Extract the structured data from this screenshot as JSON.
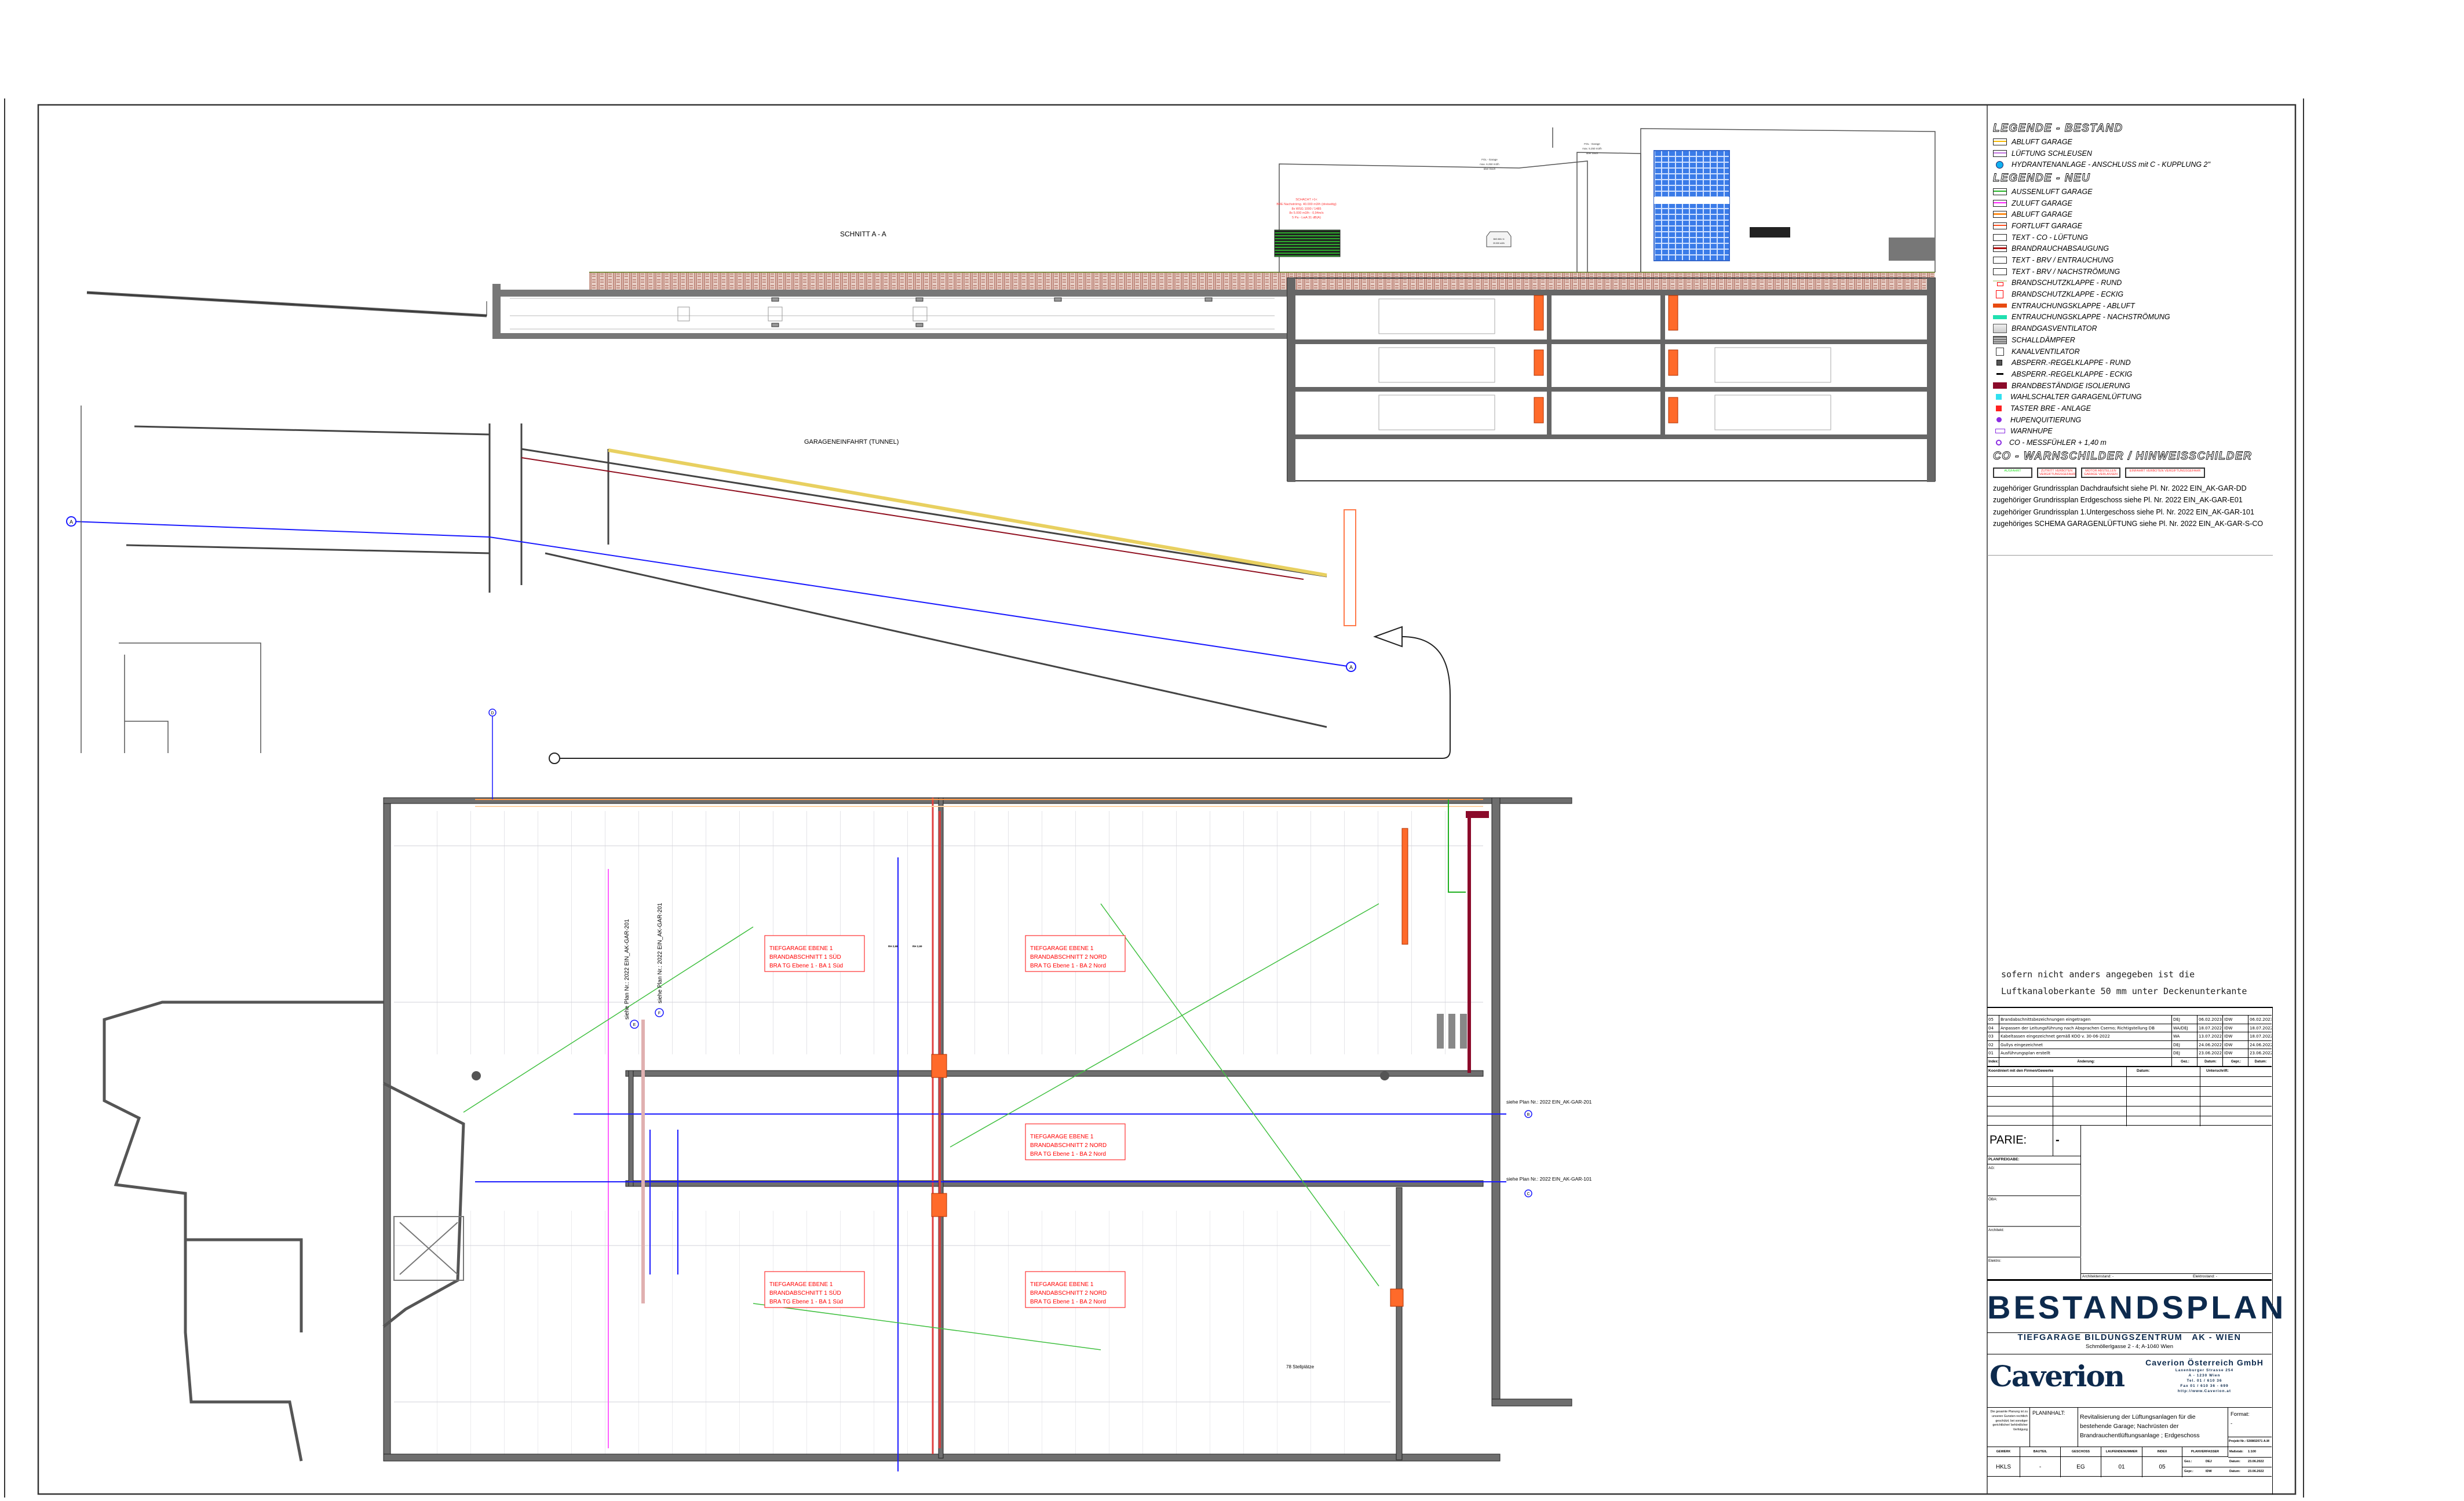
{
  "drawing": {
    "section_title": "SCHNITT   A - A",
    "tunnel_title": "GARAGENEINFAHRT   (TUNNEL)",
    "shaft_note": [
      "SCHACHT >1<",
      "BRE Nachströmg. 40.000 m3/h (dreiseitig)",
      "8x WSG 1000 / 1485",
      "8x 5.000 m3/h - 0,94m/s",
      "5 Pa - LwA 31 dB(A)"
    ],
    "fol_notes": [
      [
        "FOL - Garage",
        "max. 6.250 m3/h",
        "über Dach"
      ],
      [
        "FOL - Garage",
        "max. 5.250 m3/h",
        "über Dach"
      ]
    ],
    "fan_label": [
      "BVD 800 / 6",
      "20.000 m3/h"
    ],
    "fire_zones": [
      {
        "line1": "TIEFGARAGE EBENE 1",
        "line2": "BRANDABSCHNITT 1 SÜD",
        "line3": "BRA TG Ebene 1 - BA 1 Süd"
      },
      {
        "line1": "TIEFGARAGE EBENE 1",
        "line2": "BRANDABSCHNITT 2 NORD",
        "line3": "BRA TG Ebene 1 - BA 2 Nord"
      },
      {
        "line1": "TIEFGARAGE EBENE 1",
        "line2": "BRANDABSCHNITT 2 NORD",
        "line3": "BRA TG Ebene 1 - BA 2 Nord"
      },
      {
        "line1": "TIEFGARAGE EBENE 1",
        "line2": "BRANDABSCHNITT 1 SÜD",
        "line3": "BRA TG Ebene 1 - BA 1 Süd"
      },
      {
        "line1": "TIEFGARAGE EBENE 1",
        "line2": "BRANDABSCHNITT 2 NORD",
        "line3": "BRA TG Ebene 1 - BA 2 Nord"
      }
    ],
    "room_heights": [
      "RH 2,68",
      "RH 2,69"
    ],
    "plan_refs": {
      "b": "siehe Plan Nr.: 2022 EIN_AK-GAR-201",
      "c": "siehe Plan Nr.: 2022 EIN_AK-GAR-101",
      "e": "siehe Plan Nr.: 2022 EIN_AK-GAR-201",
      "f": "siehe Plan Nr.: 2022 EIN_AK-GAR-201"
    },
    "markers": {
      "a": "A",
      "b": "B",
      "c": "C",
      "d": "D",
      "e": "E",
      "f": "F"
    },
    "parking": "78 Stellplätze"
  },
  "legend": {
    "bestand_title": "LEGENDE - BESTAND",
    "bestand": [
      {
        "label": "ABLUFT GARAGE",
        "symbol": "duct",
        "color": "#f5b800"
      },
      {
        "label": "LÜFTUNG SCHLEUSEN",
        "symbol": "duct",
        "color": "#c070e0"
      },
      {
        "label": "HYDRANTENANLAGE - ANSCHLUSS mit C - KUPPLUNG 2\"",
        "symbol": "dot",
        "color": "#10b0f0"
      }
    ],
    "neu_title": "LEGENDE - NEU",
    "neu": [
      {
        "label": "AUSSENLUFT GARAGE",
        "symbol": "duct",
        "color": "#20b020"
      },
      {
        "label": "ZULUFT GARAGE",
        "symbol": "duct",
        "color": "#ff20ff"
      },
      {
        "label": "ABLUFT GARAGE",
        "symbol": "duct",
        "color": "#ff8c1a"
      },
      {
        "label": "FORTLUFT GARAGE",
        "symbol": "duct",
        "color": "#ff4a1a"
      },
      {
        "label": "TEXT - CO - LÜFTUNG",
        "symbol": "text",
        "color": "#555555"
      },
      {
        "label": "BRANDRAUCHABSAUGUNG",
        "symbol": "duct",
        "color": "#b01010"
      },
      {
        "label": "TEXT - BRV / ENTRAUCHUNG",
        "symbol": "text",
        "color": "#ff2020"
      },
      {
        "label": "TEXT - BRV / NACHSTRÖMUNG",
        "symbol": "text",
        "color": "#40e040"
      },
      {
        "label": "BRANDSCHUTZKLAPPE - RUND",
        "symbol": "bsk-rund",
        "color": "#ff0000"
      },
      {
        "label": "BRANDSCHUTZKLAPPE - ECKIG",
        "symbol": "bsk-eckig",
        "color": "#ff0000"
      },
      {
        "label": "ENTRAUCHUNGSKLAPPE - ABLUFT",
        "symbol": "bar",
        "color": "#e84a10"
      },
      {
        "label": "ENTRAUCHUNGSKLAPPE - NACHSTRÖMUNG",
        "symbol": "bar",
        "color": "#20e0b0"
      },
      {
        "label": "BRANDGASVENTILATOR",
        "symbol": "fan",
        "color": "#888888"
      },
      {
        "label": "SCHALLDÄMPFER",
        "symbol": "silencer",
        "color": "#777777"
      },
      {
        "label": "KANALVENTILATOR",
        "symbol": "box",
        "color": "#333333"
      },
      {
        "label": "ABSPERR.-REGELKLAPPE - RUND",
        "symbol": "small",
        "color": "#555555"
      },
      {
        "label": "ABSPERR.-REGELKLAPPE - ECKIG",
        "symbol": "dash",
        "color": "#000000"
      },
      {
        "label": "BRANDBESTÄNDIGE ISOLIERUNG",
        "symbol": "fill",
        "color": "#8b0a2a"
      },
      {
        "label": "WAHLSCHALTER GARAGENLÜFTUNG",
        "symbol": "square",
        "color": "#30e0f0"
      },
      {
        "label": "TASTER BRE - ANLAGE",
        "symbol": "square",
        "color": "#ff2020"
      },
      {
        "label": "HUPENQUITIERUNG",
        "symbol": "circle",
        "color": "#8a2be2"
      },
      {
        "label": "WARNHUPE",
        "symbol": "horn",
        "color": "#8a2be2"
      },
      {
        "label": "CO - MESSFÜHLER + 1,40 m",
        "symbol": "ring",
        "color": "#8a2be2"
      }
    ],
    "signs_title": "CO - WARNSCHILDER / HINWEISSCHILDER",
    "signs": [
      {
        "text": "AUSFAHRT",
        "color": "#20e020"
      },
      {
        "text": "ZUTRITT VERBOTEN VERGIFTUNGSGEFAHR",
        "color": "#ff3030"
      },
      {
        "text": "MOTOR ABSTELLEN GARAGE VERLASSEN",
        "color": "#ff3030"
      },
      {
        "text": "EINFAHRT VERBOTEN VERGIFTUNGSGEFAHR",
        "color": "#ff3030"
      }
    ],
    "references": [
      "zugehöriger Grundrissplan Dachdraufsicht siehe Pl. Nr. 2022 EIN_AK-GAR-DD",
      "zugehöriger Grundrissplan Erdgeschoss siehe Pl. Nr. 2022 EIN_AK-GAR-E01",
      "zugehöriger Grundrissplan 1.Untergeschoss siehe Pl. Nr. 2022 EIN_AK-GAR-101",
      "zugehöriges SCHEMA GARAGENLÜFTUNG siehe Pl. Nr. 2022 EIN_AK-GAR-S-CO"
    ]
  },
  "note": [
    "sofern nicht anders angegeben ist die",
    "Luftkanaloberkante 50 mm unter Deckenunterkante"
  ],
  "revisions": {
    "header": {
      "index": "Index:",
      "change": "Änderung:",
      "gez": "Gez.:",
      "datum": "Datum:",
      "gepr": "Gepr.:",
      "datum2": "Datum:"
    },
    "rows": [
      {
        "index": "05",
        "change": "Brandabschnittsbezeichnungen eingetragen",
        "gez": "DEJ",
        "datum": "06.02.2023",
        "gepr": "IDW",
        "datum2": "06.02.2023"
      },
      {
        "index": "04",
        "change": "Anpassen der Leitungsführung nach Absprachen Cserno; Richtigstellung DB",
        "gez": "WA/DEJ",
        "datum": "18.07.2022",
        "gepr": "IDW",
        "datum2": "18.07.2022"
      },
      {
        "index": "03",
        "change": "Kabeltassen eingezeichnet gemäß KOO v. 30-06-2022",
        "gez": "WA",
        "datum": "13.07.2022",
        "gepr": "IDW",
        "datum2": "18.07.2022"
      },
      {
        "index": "02",
        "change": "Gullys eingezeichnet",
        "gez": "DEJ",
        "datum": "24.06.2022",
        "gepr": "IDW",
        "datum2": "24.06.2022"
      },
      {
        "index": "01",
        "change": "Ausführungsplan erstellt",
        "gez": "DEJ",
        "datum": "23.06.2022",
        "gepr": "IDW",
        "datum2": "23.06.2022"
      }
    ]
  },
  "coordination": {
    "header": "Koordiniert mit den Firmen/Gewerke",
    "datum": "Datum:",
    "unterschrift": "Unterschrift:"
  },
  "parie": {
    "label": "PARIE:",
    "value": "-"
  },
  "approvals": {
    "planfreigabe": "PLANFREIGABE:",
    "fields": [
      "AG:",
      "ÖBA:",
      "Architekt:",
      "Elektro:"
    ]
  },
  "stand": {
    "architekt": "Architektenstand: -",
    "elektro": "Elektrostand: -"
  },
  "title": {
    "heading": "BESTANDSPLAN",
    "project": "TIEFGARAGE BILDUNGSZENTRUM   AK - WIEN",
    "address": "Schmöllerlgasse 2 - 4;  A-1040 Wien"
  },
  "company": {
    "logo": "Caverion",
    "name": "Caverion Österreich GmbH",
    "lines": [
      "Laxenburger Strasse 254",
      "A - 1230 Wien",
      "Tel. 01 / 610 36",
      "Fax 01 / 610 36 - 699",
      "http://www.Caverion.at"
    ],
    "brand_color": "#0d2a4d"
  },
  "copyright": "Die gesamte Planung ist zu unseren Gunsten rechtlich geschützt; bei sonstiger gerichtlicher/ behördlicher Verfolgung",
  "plan": {
    "content_label": "PLANINHALT:",
    "content": "Revitalisierung der Lüftungsanlagen für die bestehende Garage; Nachrüsten der Brandrauchentlüftungsanlage ; Erdgeschoss",
    "format_label": "Format:",
    "format_value": "-",
    "project_no": "Projekt Nr.: 530802071 A.M",
    "scale_label": "Maßstab:",
    "scale": "1:100",
    "date_label": "Datum:",
    "date1": "23.06.2022",
    "date2": "23.06.2022",
    "gez_label": "Gez.:",
    "gez": "DEJ",
    "gepr_label": "Gepr.:",
    "gepr": "IDW",
    "columns": [
      {
        "header": "GEWERK",
        "value": "HKLS"
      },
      {
        "header": "BAUTEIL",
        "value": "-"
      },
      {
        "header": "GESCHOSS",
        "value": "EG"
      },
      {
        "header": "LAUFENDENUMMER",
        "value": "01"
      },
      {
        "header": "INDEX",
        "value": "05"
      },
      {
        "header": "PLANVERFASSER",
        "value": ""
      }
    ]
  }
}
